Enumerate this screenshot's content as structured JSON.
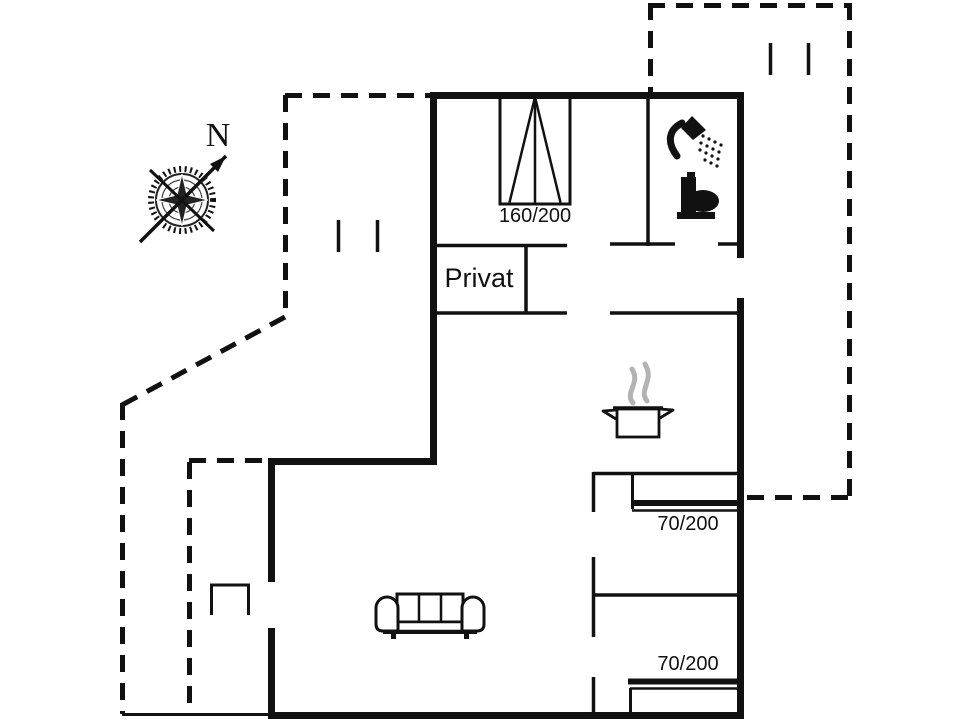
{
  "meta": {
    "background_color": "#ffffff",
    "line_color": "#111111",
    "steam_color": "#b3b3b3",
    "drawing_type": "holiday-home floor plan"
  },
  "plan": {
    "north_label": "N",
    "room_label_privat": "Privat",
    "bed_dimension": "160/200",
    "upper_door_dimension": "70/200",
    "lower_door_dimension": "70/200"
  },
  "icons": {
    "compass": "compass-rose",
    "bed": "double-bed-160x200",
    "shower": "shower-head-with-spray",
    "toilet": "toilet",
    "stove": "cooking-pot-with-steam",
    "sofa": "three-seat-sofa",
    "bench": "terrace-bench",
    "windows": "window-tick-marks",
    "terrace": "dashed-terrace-outline"
  }
}
